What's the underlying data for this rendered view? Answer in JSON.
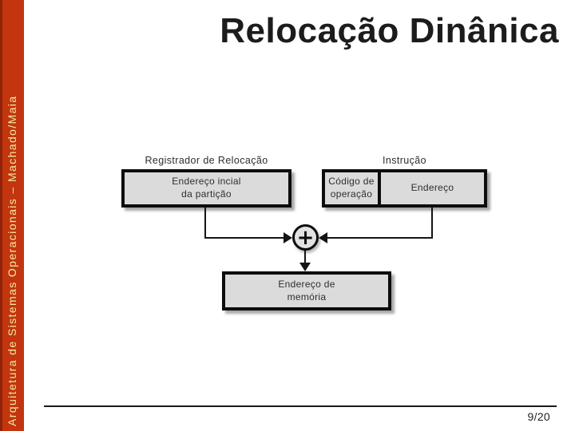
{
  "colors": {
    "accent": "#c2350e",
    "accent-edge": "#8f2408",
    "sidebar-text": "#efeca2",
    "title-text": "#1c1c1c",
    "box-fill": "#dbdbdb",
    "circle-fill": "#e3e3e3",
    "box-border": "#0d0d0d",
    "diagram-text": "#2e2e2e"
  },
  "header": {
    "title": "Relocação Dinânica"
  },
  "sidebar": {
    "text": "Arquitetura de Sistemas Operacionais – Machado/Maia"
  },
  "diagram": {
    "register_label": "Registrador de Relocação",
    "register_value": "Endereço incial\nda partição",
    "instruction_label": "Instrução",
    "opcode": "Código de\noperação",
    "address": "Endereço",
    "plus_symbol": "+",
    "memory_value": "Endereço de\nmemória"
  },
  "footer": {
    "page_number": "9/20"
  }
}
